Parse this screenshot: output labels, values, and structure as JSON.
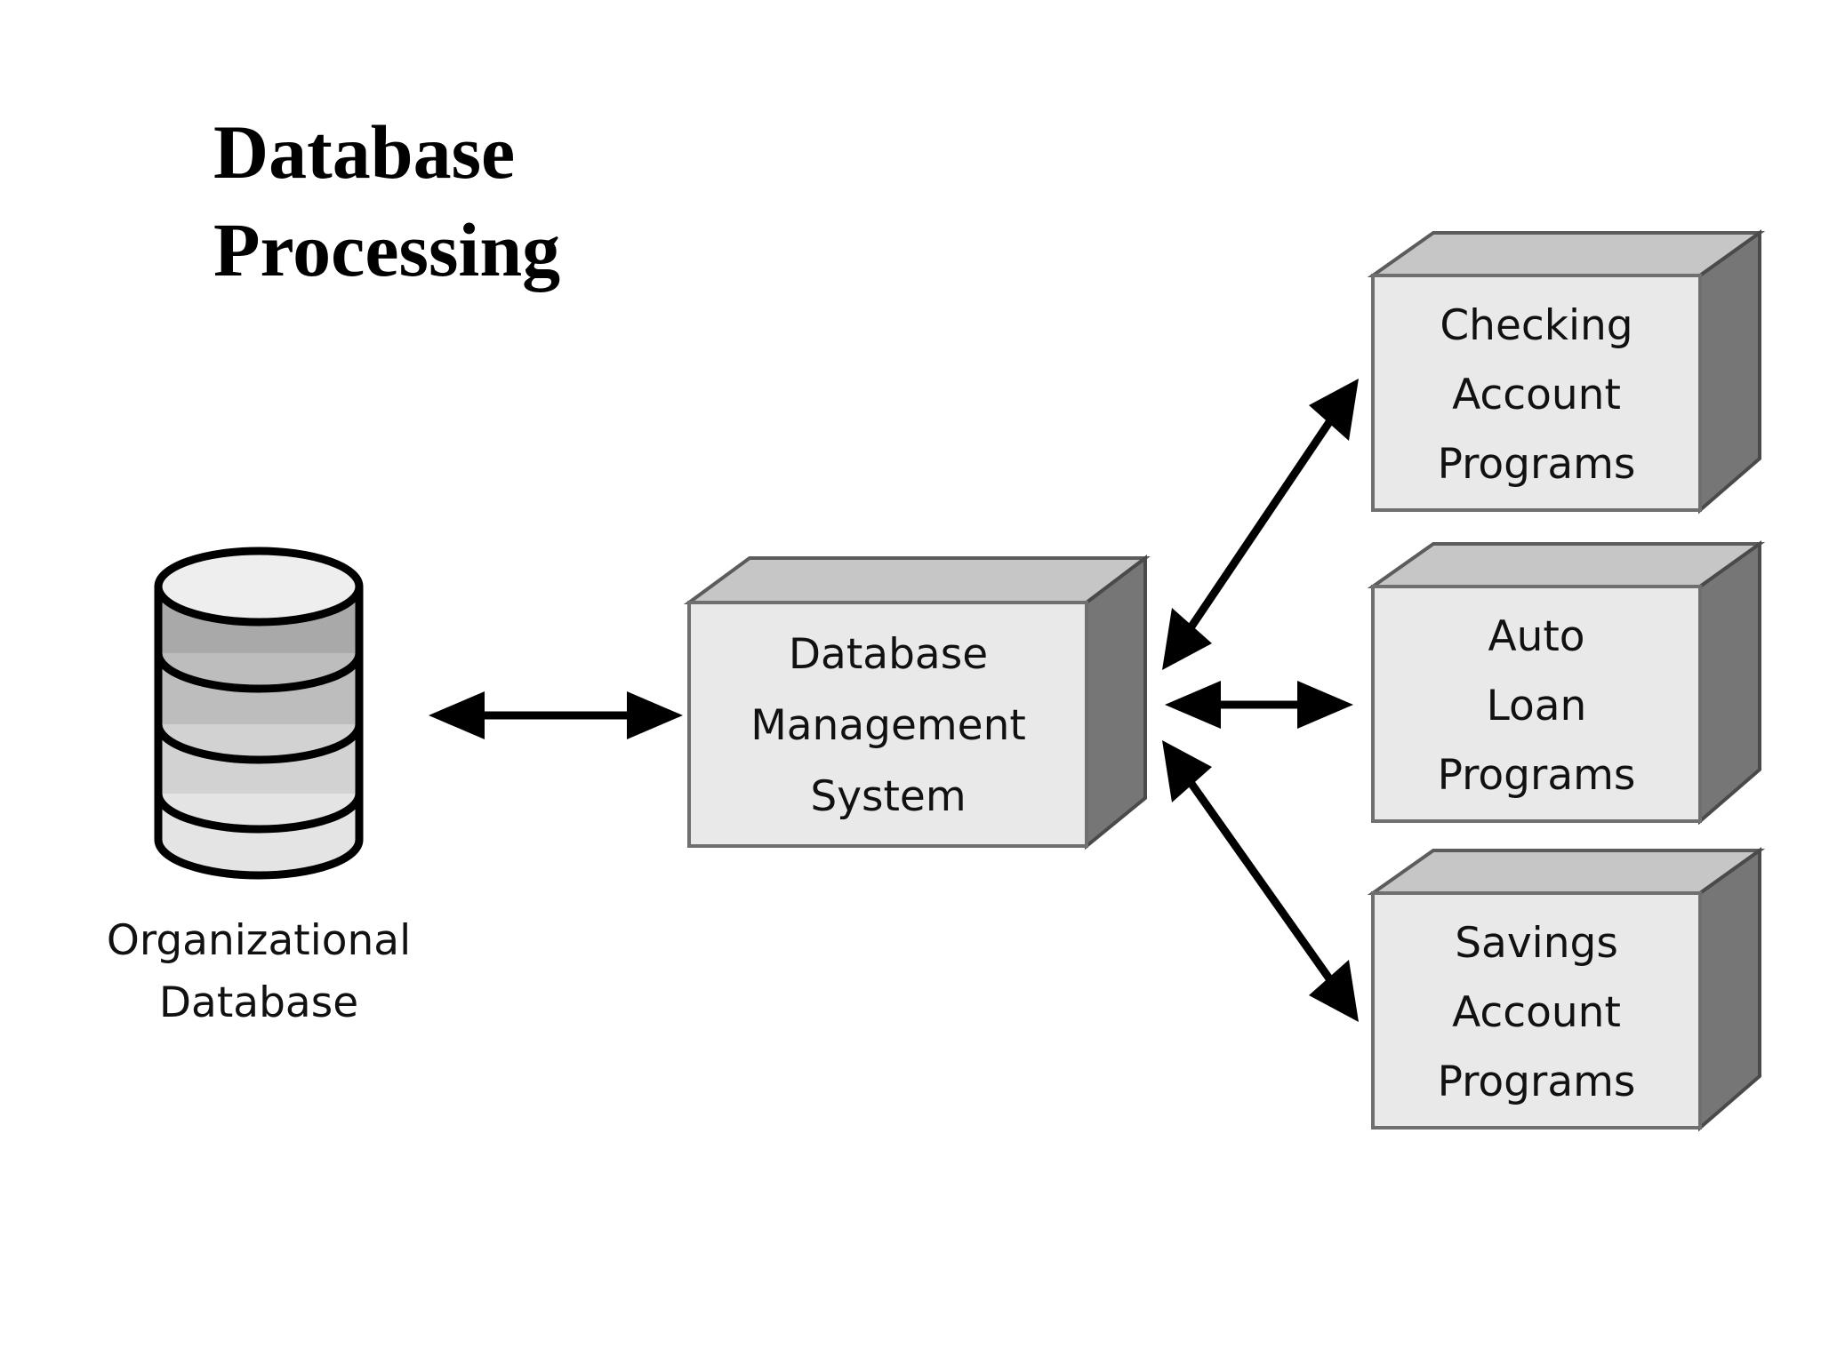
{
  "title": {
    "line1": "Database",
    "line2": "Processing"
  },
  "datastore": {
    "name": "organizational-database",
    "caption_line1": "Organizational",
    "caption_line2": "Database",
    "shape": "cylinder",
    "band_count": 4
  },
  "dbms": {
    "name": "database-management-system",
    "line1": "Database",
    "line2": "Management",
    "line3": "System",
    "shape": "3d-box"
  },
  "programs": [
    {
      "name": "checking-account-programs",
      "line1": "Checking",
      "line2": "Account",
      "line3": "Programs",
      "shape": "3d-box"
    },
    {
      "name": "auto-loan-programs",
      "line1": "Auto",
      "line2": "Loan",
      "line3": "Programs",
      "shape": "3d-box"
    },
    {
      "name": "savings-account-programs",
      "line1": "Savings",
      "line2": "Account",
      "line3": "Programs",
      "shape": "3d-box"
    }
  ],
  "connectors": [
    {
      "name": "database-to-dbms",
      "style": "double-headed-arrow",
      "from": "organizational-database",
      "to": "database-management-system"
    },
    {
      "name": "dbms-to-checking",
      "style": "double-headed-arrow",
      "from": "database-management-system",
      "to": "checking-account-programs"
    },
    {
      "name": "dbms-to-auto-loan",
      "style": "double-headed-arrow",
      "from": "database-management-system",
      "to": "auto-loan-programs"
    },
    {
      "name": "dbms-to-savings",
      "style": "double-headed-arrow",
      "from": "database-management-system",
      "to": "savings-account-programs"
    }
  ],
  "colors": {
    "background": "#ffffff",
    "box_front": "#e9e9e9",
    "box_top": "#c6c6c6",
    "box_side": "#767676",
    "outline": "#000000",
    "cylinder_band_1": "#a9a9a9",
    "cylinder_band_2": "#bdbdbd",
    "cylinder_band_3": "#d2d2d2",
    "cylinder_band_4": "#e4e4e4",
    "cylinder_top": "#eeeeee",
    "text": "#111111"
  }
}
